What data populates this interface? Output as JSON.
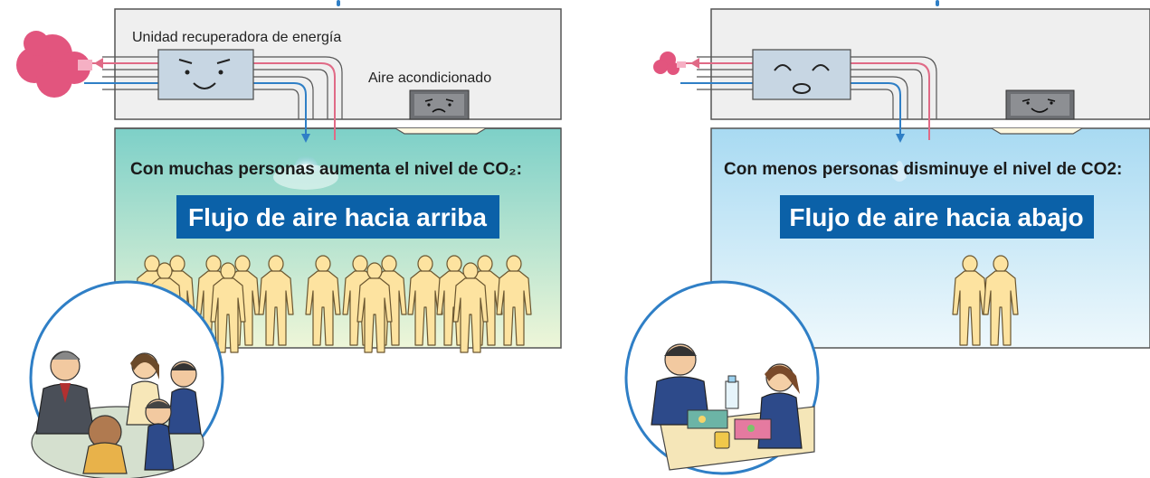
{
  "left_panel": {
    "unit_label": "Unidad recuperadora de energía",
    "ac_label": "Aire acondicionado",
    "heading": "Con muchas personas aumenta el nivel de CO₂:",
    "banner": "Flujo de aire hacia arriba",
    "people_count": 16
  },
  "right_panel": {
    "heading": "Con menos personas disminuye el nivel de CO2:",
    "banner": "Flujo de aire hacia abajo",
    "people_count": 2
  },
  "colors": {
    "room_left_top": "#7dd0c8",
    "room_left_bottom": "#e6f3d0",
    "room_right_top": "#9fd6f0",
    "room_right_bottom": "#eaf6fb",
    "ceiling": "#efefef",
    "banner": "#0b61a8",
    "person": "#fde3a0",
    "exhaust": "#e2557e",
    "duct_red": "#e06a86",
    "duct_blue": "#2f7fc6"
  }
}
